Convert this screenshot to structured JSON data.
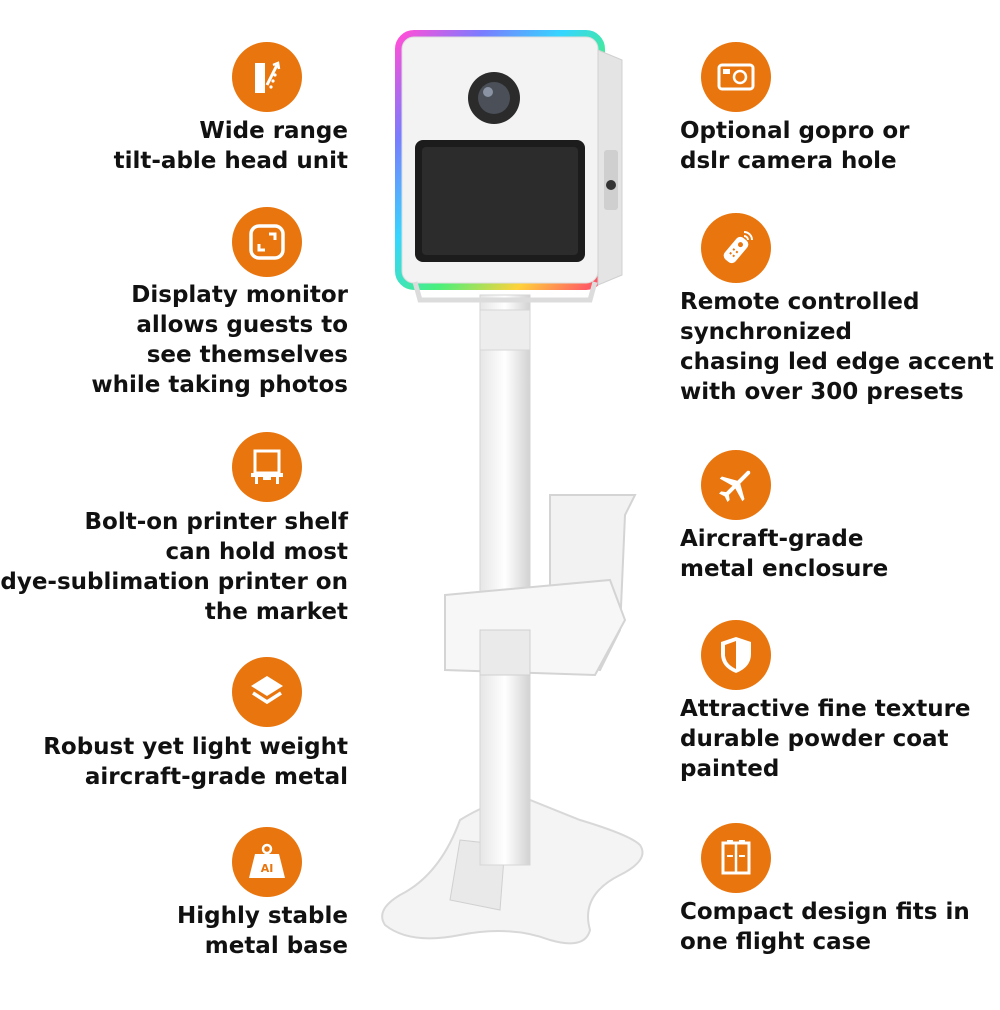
{
  "accent_color": "#e8750d",
  "left_features": [
    {
      "icon": "tilt-arrows-icon",
      "lines": [
        "Wide range",
        "tilt-able head unit"
      ]
    },
    {
      "icon": "fullscreen-frame-icon",
      "lines": [
        "Displaty monitor",
        "allows guests to",
        "see themselves",
        "while taking photos"
      ]
    },
    {
      "icon": "printer-shelf-icon",
      "lines": [
        "Bolt-on printer shelf",
        "can hold most",
        "dye-sublimation printer on",
        "the market"
      ]
    },
    {
      "icon": "layers-icon",
      "lines": [
        "Robust yet light weight",
        "aircraft-grade metal"
      ]
    },
    {
      "icon": "weight-ai-icon",
      "lines": [
        "Highly stable",
        "metal base"
      ],
      "badge": "AI"
    }
  ],
  "right_features": [
    {
      "icon": "camera-icon",
      "lines": [
        "Optional gopro or",
        "dslr camera hole"
      ]
    },
    {
      "icon": "remote-control-icon",
      "lines": [
        "Remote controlled",
        "synchronized",
        "chasing led edge accent",
        "with over 300 presets"
      ]
    },
    {
      "icon": "airplane-icon",
      "lines": [
        "Aircraft-grade",
        "metal enclosure"
      ]
    },
    {
      "icon": "shield-icon",
      "lines": [
        "Attractive fine texture",
        "durable powder coat",
        "painted"
      ]
    },
    {
      "icon": "flight-case-icon",
      "lines": [
        "Compact design fits in",
        "one flight case"
      ]
    }
  ]
}
